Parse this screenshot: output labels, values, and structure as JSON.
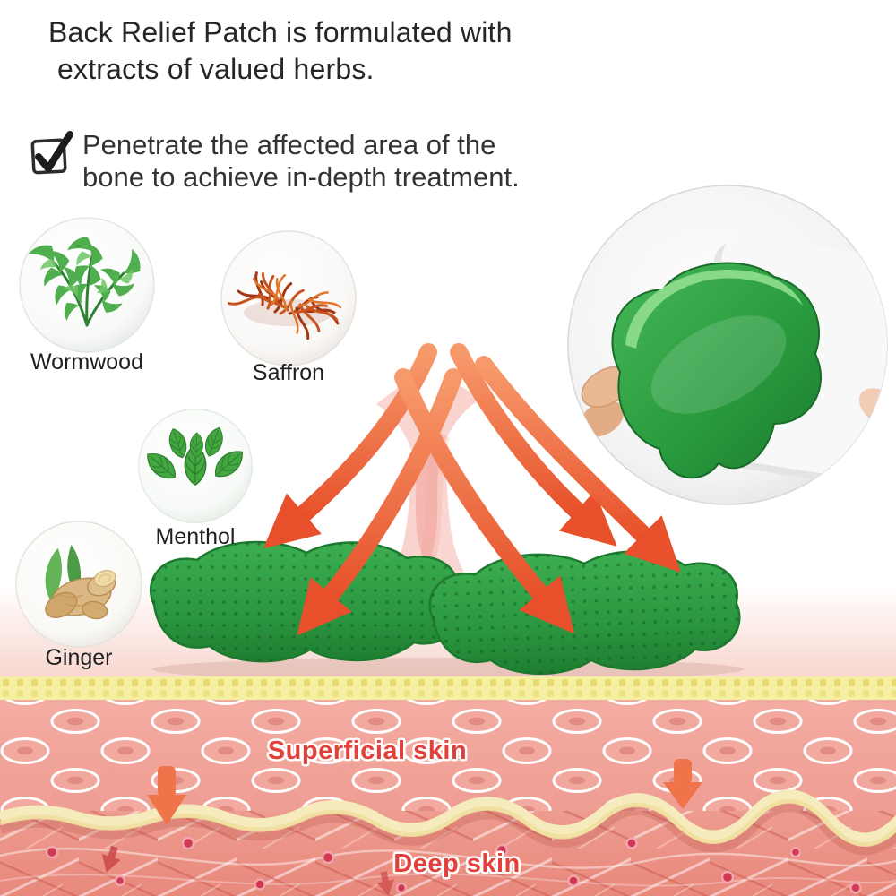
{
  "heading": {
    "line1": "Back Relief Patch is formulated with",
    "line2": "extracts of valued herbs."
  },
  "benefit": {
    "line1": "Penetrate the affected area of the",
    "line2": "bone to achieve in-depth treatment."
  },
  "ingredients": [
    {
      "name": "Wormwood"
    },
    {
      "name": "Saffron"
    },
    {
      "name": "Menthol"
    },
    {
      "name": "Ginger"
    }
  ],
  "diagram": {
    "skin_layers": [
      {
        "label": "Superficial skin"
      },
      {
        "label": "Deep skin"
      }
    ]
  },
  "icons": {
    "checkbox": "checked-checkbox-icon"
  },
  "illustrations": {
    "wormwood": "wormwood-herb-photo",
    "saffron": "saffron-threads-photo",
    "menthol": "mint-leaves-photo",
    "ginger": "ginger-root-photo",
    "peel_demo": "hand-peeling-green-patch-circle",
    "patch": "green-herbal-patch-with-penetration-arrows",
    "skin": "skin-cross-section"
  },
  "colors": {
    "patch_green": "#2f9e44",
    "patch_green_dark": "#1d7a2e",
    "arrow_orange": "#ee6443",
    "label_red": "#e2413b",
    "band_yellow": "#f5efa2",
    "superficial_pink": "#f2a79e",
    "deep_pink": "#eb9286",
    "text_dark": "#262626"
  }
}
